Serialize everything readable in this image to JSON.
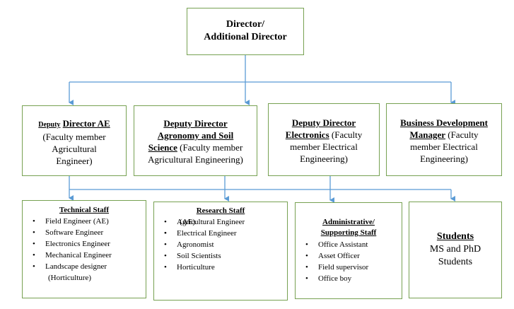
{
  "top": {
    "line1": "Director/",
    "line2": "Additional Director"
  },
  "deputies": [
    {
      "title_small": "Deputy",
      "title_main": "Director AE",
      "desc": [
        "(Faculty member",
        "Agricultural",
        "Engineer)"
      ]
    },
    {
      "title_lines": [
        "Deputy Director",
        "Agronomy and Soil"
      ],
      "title_last": "Science",
      "desc_inline": "(Faculty member",
      "desc": [
        "Agricultural Engineering)"
      ]
    },
    {
      "title_lines": [
        "Deputy Director"
      ],
      "title_last": "Electronics",
      "desc_inline": "(Faculty",
      "desc": [
        "member Electrical",
        "Engineering)"
      ]
    },
    {
      "title_lines": [
        "Business Development"
      ],
      "title_last": "Manager",
      "desc_inline": "(Faculty",
      "desc": [
        "member Electrical",
        "Engineering)"
      ]
    }
  ],
  "technical": {
    "title": "Technical Staff",
    "items": [
      "Field Engineer (AE)",
      "Software Engineer",
      "Electronics Engineer",
      "Mechanical Engineer",
      "Landscape designer"
    ],
    "extra": "(Horticulture)"
  },
  "research": {
    "title": "Research Staff",
    "items": [
      "Agricultural Engineer",
      "Electrical Engineer",
      "Agronomist",
      "Soil Scientists",
      "Horticulture"
    ],
    "extra": "(AE)"
  },
  "admin": {
    "title_line1": "Administrative/",
    "title_line2": "Supporting Staff",
    "items": [
      "Office Assistant",
      "Asset Officer",
      "Field supervisor",
      "Office boy"
    ]
  },
  "students": {
    "title": "Students",
    "line1": "MS and PhD",
    "line2": "Students"
  },
  "colors": {
    "connector": "#5b9bd5",
    "border": "#77a152"
  }
}
